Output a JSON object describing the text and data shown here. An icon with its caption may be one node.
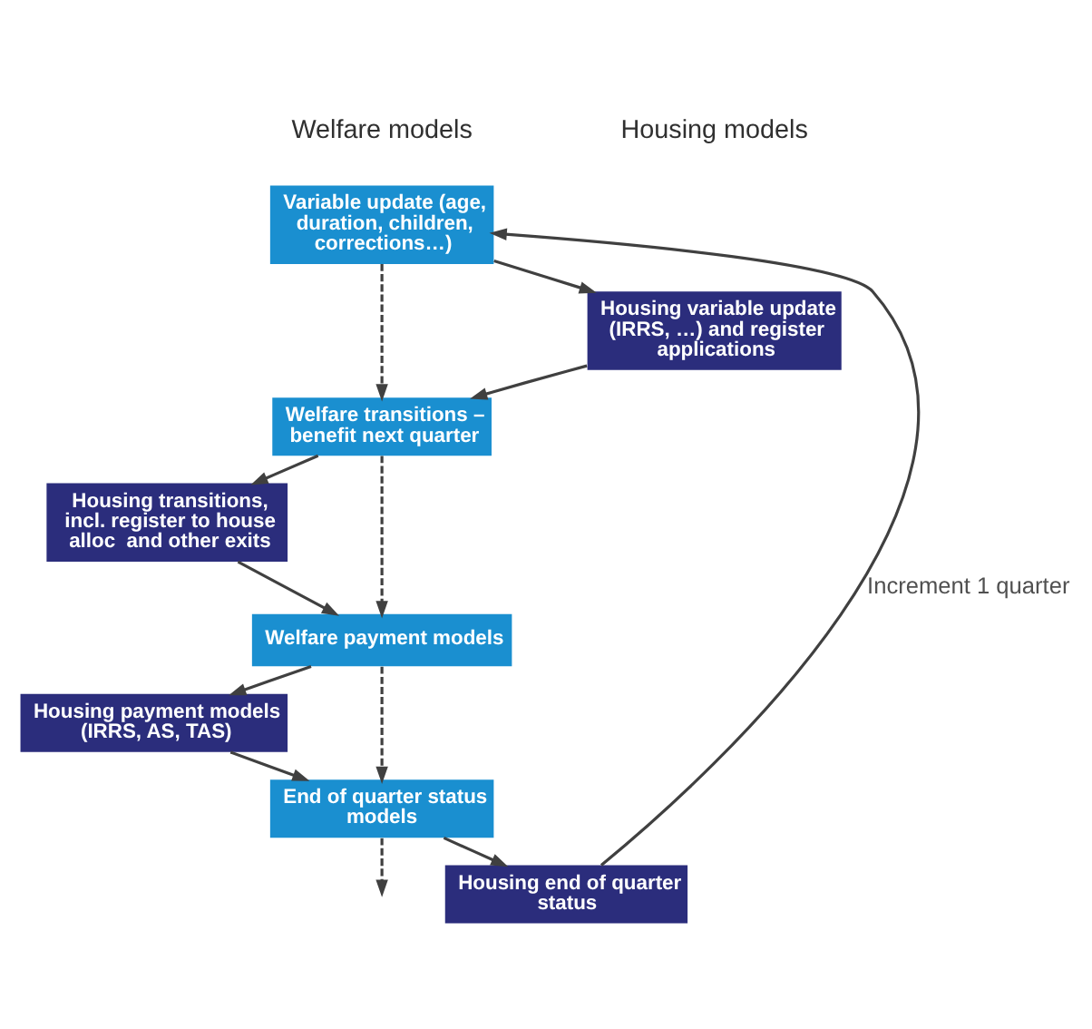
{
  "diagram": {
    "nodes": [
      {
        "text": [
          "Variable update (age, duration, children, corrections…)"
        ]
      },
      {
        "text": [
          "Welfare transitions – benefit next quarter"
        ]
      },
      {
        "text": [
          "Welfare payment models"
        ]
      },
      {
        "text": [
          "End of quarter status models"
        ]
      },
      {
        "text": [
          "Housing variable update (IRRS, …) and register applications"
        ]
      },
      {
        "text": [
          "Housing transitions, incl. register to house alloc  and other exits"
        ]
      },
      {
        "text": [
          "Housing payment models (IRRS, AS, TAS)"
        ]
      },
      {
        "text": [
          "Housing end of quarter status"
        ]
      }
    ],
    "edges": [
      {
        "from": 0,
        "to": 1,
        "arrow": "to",
        "style": "dashed"
      },
      {
        "from": 1,
        "to": 2,
        "arrow": "to",
        "style": "dashed"
      },
      {
        "from": 2,
        "to": 3,
        "arrow": "to",
        "style": "dashed"
      },
      {
        "from": 3,
        "to": null,
        "arrow": "to",
        "style": "dashed"
      },
      {
        "from": 0,
        "to": 4,
        "arrow": "to"
      },
      {
        "from": 4,
        "to": 1,
        "arrow": "to"
      },
      {
        "from": 1,
        "to": 5,
        "arrow": "to"
      },
      {
        "from": 5,
        "to": 2,
        "arrow": "to"
      },
      {
        "from": 2,
        "to": 6,
        "arrow": "to"
      },
      {
        "from": 6,
        "to": 3,
        "arrow": "to"
      },
      {
        "from": 3,
        "to": 7,
        "arrow": "to"
      },
      {
        "from": 7,
        "to": 0,
        "arrow": "to",
        "label": "Increment 1 quarter"
      }
    ],
    "labels": [
      "Welfare models",
      "Housing models"
    ]
  }
}
